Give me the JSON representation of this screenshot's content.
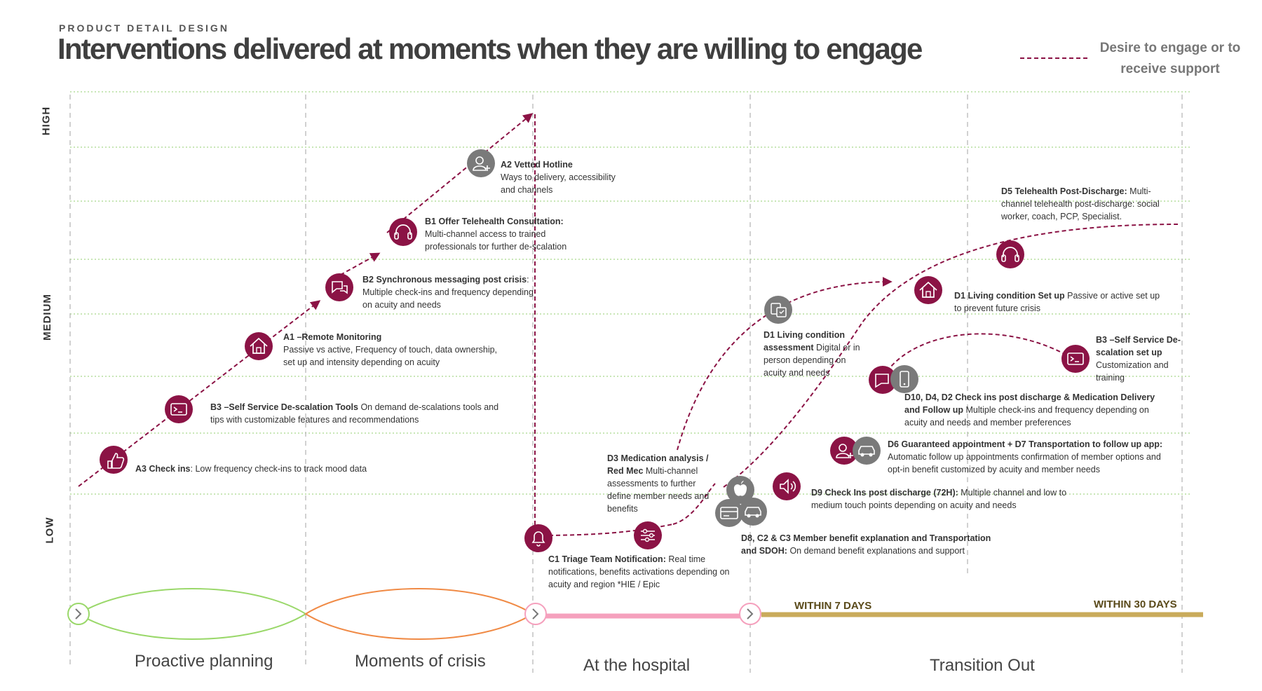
{
  "header": {
    "eyebrow": "PRODUCT DETAIL DESIGN",
    "title": "Interventions delivered at moments when they are willing to engage"
  },
  "legend": {
    "label": "Desire to engage or to receive support",
    "line_color": "#8b1345"
  },
  "y_axis": {
    "high": "HIGH",
    "medium": "MEDIUM",
    "low": "LOW"
  },
  "colors": {
    "accent": "#8b1345",
    "gray_node": "#7a7a7a",
    "grid": "#a8d88a",
    "proactive": "#9ad86a",
    "crisis": "#f08a45",
    "hospital": "#f5a0bd",
    "transition": "#c9ab5b"
  },
  "interventions": [
    {
      "id": "A3",
      "title": "A3 Check ins",
      "text": ": Low frequency check-ins  to track mood data",
      "icon": "thumbs-up-icon",
      "node": "accent"
    },
    {
      "id": "B3a",
      "title": "B3 –Self Service De-scalation Tools",
      "text": " On demand de-scalations tools and tips with customizable features and recommendations",
      "icon": "terminal-icon",
      "node": "accent"
    },
    {
      "id": "A1",
      "title": "A1 –Remote Monitoring",
      "text": "Passive vs active, Frequency of touch, data ownership, set up and intensity depending on acuity",
      "icon": "home-icon",
      "node": "accent"
    },
    {
      "id": "B2",
      "title": "B2 Synchronous messaging post crisis",
      "text": "Multiple check-ins and frequency depending on acuity and needs",
      "icon": "chat-icon",
      "node": "accent"
    },
    {
      "id": "B1",
      "title": "B1 Offer Telehealth Consultation:",
      "text": "Multi-channel access to trained professionals tor further de-scalation",
      "icon": "headset-icon",
      "node": "accent"
    },
    {
      "id": "A2",
      "title": "A2 Vetted Hotline",
      "text": "Ways to delivery, accessibility and channels",
      "icon": "user-add-icon",
      "node": "gray"
    },
    {
      "id": "C1",
      "title": "C1 Triage Team Notification:",
      "text": " Real time notifications, benefits activations depending on acuity and region *HIE / Epic",
      "icon": "bell-icon",
      "node": "accent"
    },
    {
      "id": "D3",
      "title": "D3 Medication analysis / Red Mec",
      "text": " Multi-channel assessments to further define member needs and benefits",
      "icon": "sliders-icon",
      "node": "accent"
    },
    {
      "id": "D8",
      "title": "D8,  C2 & C3 Member benefit explanation and Transportation and SDOH:",
      "text": " On demand benefit explanations and support",
      "icon": "apple-card-taxi-icons",
      "node": "gray"
    },
    {
      "id": "D1a",
      "title": "D1 Living condition assessment",
      "text": " Digital or in person depending on acuity and needs",
      "icon": "survey-icon",
      "node": "gray"
    },
    {
      "id": "D1b",
      "title": "D1 Living condition Set up",
      "text": " Passive or active set up to prevent future crisis",
      "icon": "home-icon",
      "node": "accent"
    },
    {
      "id": "D5",
      "title": "D5 Telehealth Post-Discharge:",
      "text": " Multi-channel  telehealth post-discharge: social worker, coach, PCP, Specialist.",
      "icon": "headset-icon",
      "node": "accent"
    },
    {
      "id": "D9",
      "title": "D9 Check Ins post discharge (72H):",
      "text": " Multiple channel and low to medium touch points depending on acuity and needs",
      "icon": "speaker-icon",
      "node": "accent"
    },
    {
      "id": "D6",
      "title": "D6 Guaranteed appointment + D7 Transportation to follow up app:",
      "text": " Automatic follow up appointments confirmation of member options and opt-in benefit customized by acuity and member needs",
      "icon": "user-add-icon",
      "node": "accent"
    },
    {
      "id": "D10",
      "title": "D10, D4, D2 Check ins post discharge & Medication Delivery and Follow up",
      "text": " Multiple check-ins and frequency depending on acuity and needs and member preferences",
      "icon": "chat-icon",
      "node": "accent"
    },
    {
      "id": "B3b",
      "title": "B3 –Self Service De-scalation set up",
      "text": " Customization and training",
      "icon": "terminal-icon",
      "node": "accent"
    }
  ],
  "milestones": {
    "seven_days": "WITHIN 7 DAYS",
    "thirty_days": "WITHIN 30 DAYS"
  },
  "stages": [
    "Proactive planning",
    "Moments of crisis",
    "At the hospital",
    "Transition Out"
  ]
}
